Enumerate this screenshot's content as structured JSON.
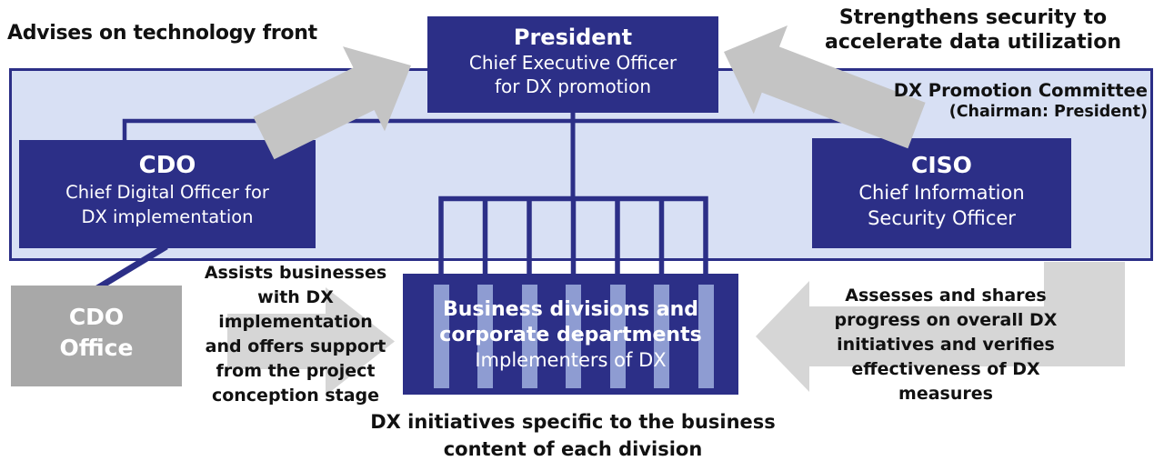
{
  "colors": {
    "dark_blue": "#2c2f87",
    "panel_fill": "#d8e0f4",
    "stripe": "#8e9cd2",
    "office_gray": "#a8a8a8",
    "arrow_gray": "#c4c4c4",
    "arrow_light_gray": "#d6d6d6",
    "caption_black": "#111111",
    "box_text": "#ffffff"
  },
  "annotations": {
    "advises": "Advises on technology front",
    "strengthens_lines": [
      "Strengthens security to",
      "accelerate data utilization"
    ],
    "committee_lines": [
      "DX Promotion Committee",
      "(Chairman: President)"
    ],
    "assists_lines": [
      "Assists businesses",
      "with DX",
      "implementation",
      "and offers support",
      "from the project",
      "conception stage"
    ],
    "assesses_lines": [
      "Assesses and shares",
      "progress on overall DX",
      "initiatives and verifies",
      "effectiveness of DX",
      "measures"
    ],
    "bottom_lines": [
      "DX initiatives specific to the business",
      "content of each division"
    ]
  },
  "boxes": {
    "president": {
      "title": "President",
      "subtitle_lines": [
        "Chief Executive Officer",
        "for DX promotion"
      ]
    },
    "cdo": {
      "title": "CDO",
      "subtitle_lines": [
        "Chief Digital Officer for",
        "DX implementation"
      ]
    },
    "ciso": {
      "title": "CISO",
      "subtitle_lines": [
        "Chief Information",
        "Security Officer"
      ]
    },
    "business": {
      "title_lines": [
        "Business divisions and",
        "corporate departments"
      ],
      "subtitle": "Implementers of DX",
      "stripe_count": 7
    },
    "cdo_office": {
      "title_lines": [
        "CDO",
        "Office"
      ]
    }
  }
}
